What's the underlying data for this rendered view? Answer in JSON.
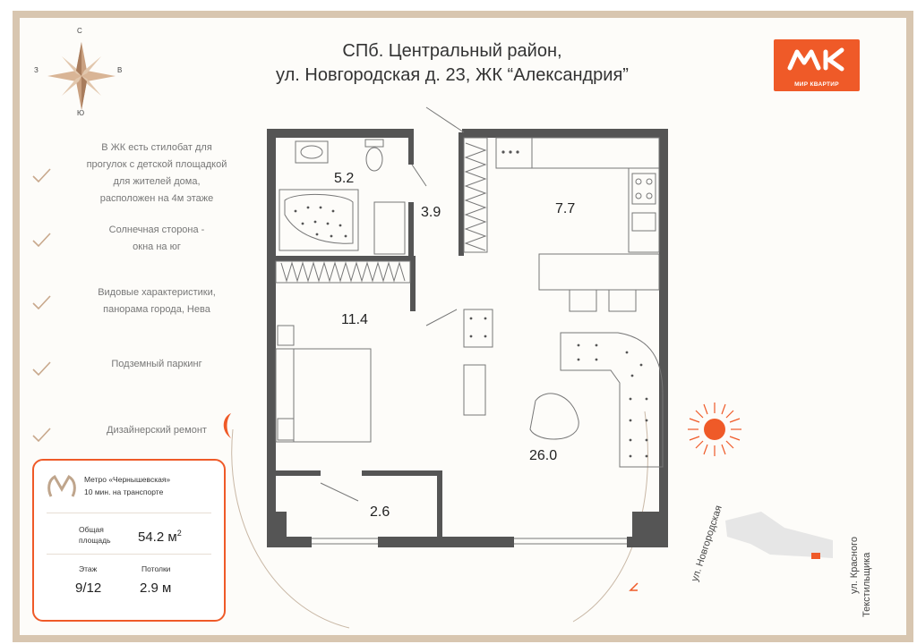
{
  "compass": {
    "n": "С",
    "s": "Ю",
    "w": "З",
    "e": "В"
  },
  "title": {
    "line1": "СПб. Центральный район,",
    "line2": "ул. Новгородская д. 23, ЖК “Александрия”"
  },
  "logo": {
    "tagline": "МИР КВАРТИР"
  },
  "features": [
    {
      "lines": [
        "В ЖК есть стилобат для",
        "прогулок с детской площадкой",
        "для жителей дома,",
        "расположен на 4м этаже"
      ]
    },
    {
      "lines": [
        "Солнечная сторона -",
        "окна на юг"
      ]
    },
    {
      "lines": [
        "Видовые характеристики,",
        "панорама города, Нева"
      ]
    },
    {
      "lines": [
        "Подземный паркинг"
      ]
    },
    {
      "lines": [
        "Дизайнерский ремонт"
      ]
    }
  ],
  "info": {
    "metro": "Метро «Чернышевская»",
    "metro_time": "10 мин. на транспорте",
    "area_label1": "Общая",
    "area_label2": "площадь",
    "area_value": "54.2 м",
    "area_sup": "2",
    "floor_label": "Этаж",
    "floor_value": "9/12",
    "ceiling_label": "Потолки",
    "ceiling_value": "2.9 м"
  },
  "rooms": {
    "bath": "5.2",
    "hall": "3.9",
    "kitchen": "7.7",
    "bedroom": "11.4",
    "living": "26.0",
    "balcony": "2.6"
  },
  "streets": {
    "s1": "ул. Новгородская",
    "s2_line1": "ул. Красного",
    "s2_line2": "Текстильщика"
  },
  "colors": {
    "accent": "#ef5a28",
    "wall": "#555555",
    "frame": "#d8c6b0"
  }
}
